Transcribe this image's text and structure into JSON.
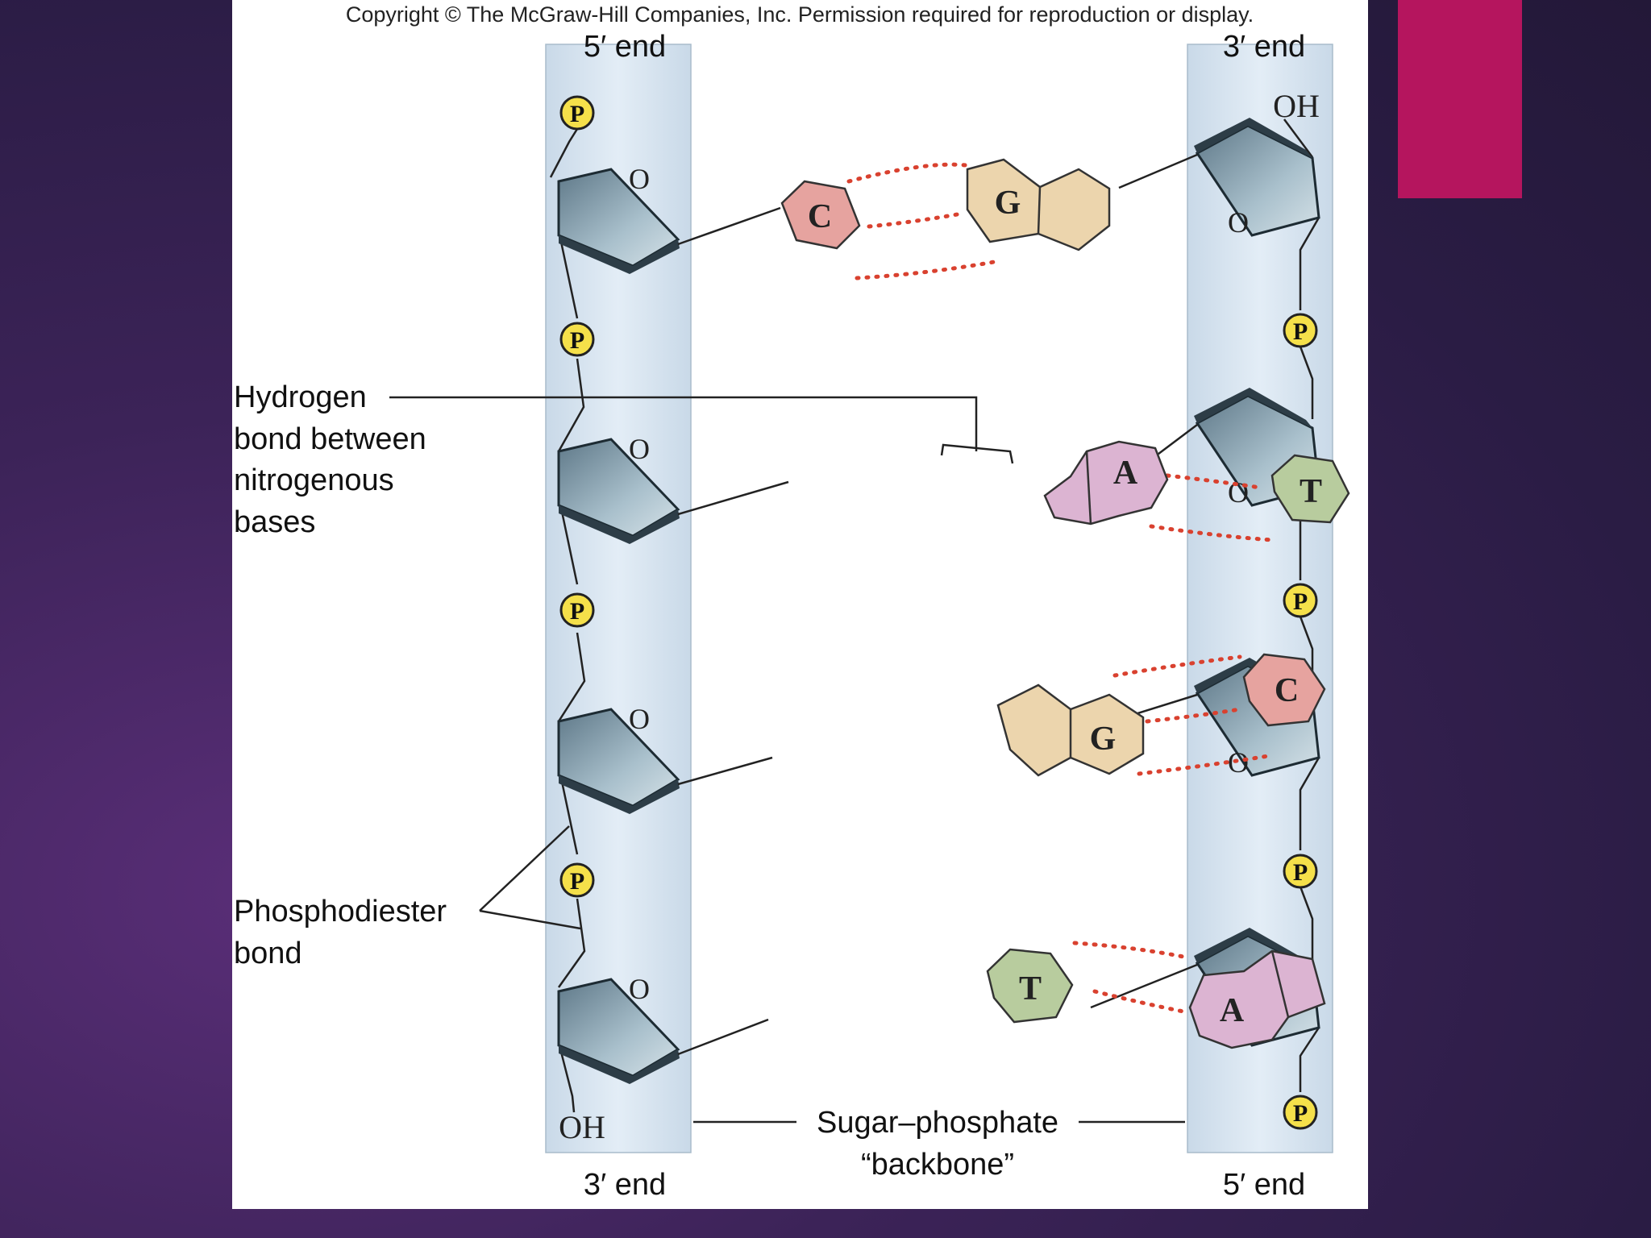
{
  "slide": {
    "accent_color": "#b5155e",
    "background_color": "#3c2358"
  },
  "figure": {
    "copyright": "Copyright © The McGraw-Hill Companies, Inc. Permission required for reproduction or display.",
    "left_strand": {
      "top_label": "5′ end",
      "bottom_label": "3′ end",
      "terminal_group": "OH",
      "phosphate_label": "P",
      "ring_oxygen_label": "O"
    },
    "right_strand": {
      "top_label": "3′ end",
      "bottom_label": "5′ end",
      "terminal_group": "OH",
      "phosphate_label": "P",
      "ring_oxygen_label": "O"
    },
    "base_pairs": [
      {
        "left": "C",
        "right": "G",
        "hydrogen_bonds": 3
      },
      {
        "left": "A",
        "right": "T",
        "hydrogen_bonds": 2
      },
      {
        "left": "G",
        "right": "C",
        "hydrogen_bonds": 3
      },
      {
        "left": "T",
        "right": "A",
        "hydrogen_bonds": 2
      }
    ],
    "labels": {
      "hydrogen_bond": [
        "Hydrogen",
        "bond between",
        "nitrogenous",
        "bases"
      ],
      "phosphodiester": [
        "Phosphodiester",
        "bond"
      ],
      "backbone": [
        "Sugar–phosphate",
        "“backbone”"
      ]
    },
    "colors": {
      "cytosine": "#e6a39f",
      "guanine": "#ecd5ad",
      "adenine": "#dcb4d2",
      "thymine": "#b8cc9e",
      "phosphate": "#f5e04a",
      "backbone_band": "#dce8f2",
      "sugar": "#8ea8b8",
      "hydrogen_bond_dots": "#d9412f"
    }
  }
}
